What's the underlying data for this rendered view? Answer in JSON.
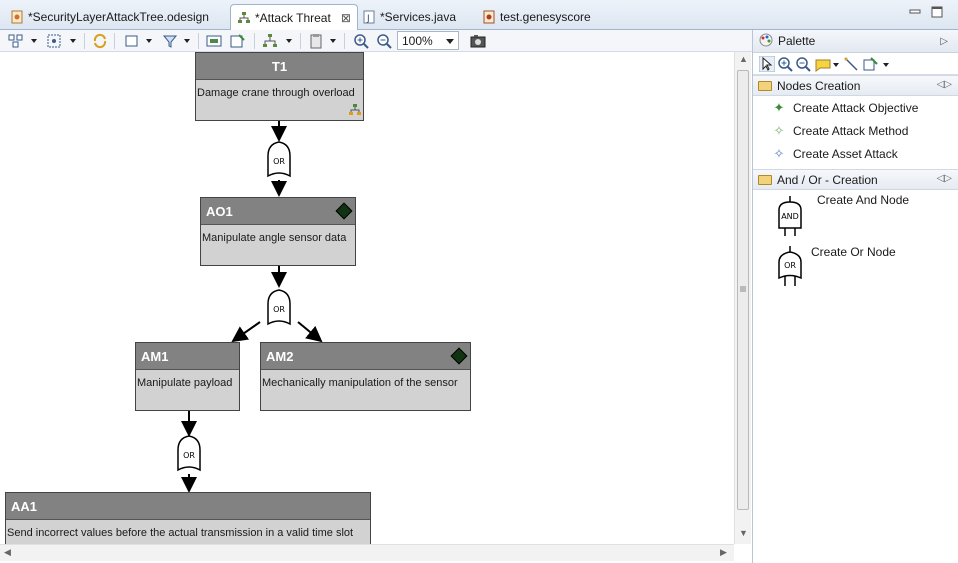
{
  "tabs": [
    {
      "label": "*SecurityLayerAttackTree.odesign",
      "active": false
    },
    {
      "label": "*Attack Threat",
      "active": true
    },
    {
      "label": "*Services.java",
      "active": false
    },
    {
      "label": "test.genesyscore",
      "active": false
    }
  ],
  "toolbar": {
    "zoom_value": "100%"
  },
  "diagram": {
    "nodes": [
      {
        "id": "T1",
        "title": "T1",
        "text": "Damage crane through overload"
      },
      {
        "id": "AO1",
        "title": "AO1",
        "text": "Manipulate angle sensor data"
      },
      {
        "id": "AM1",
        "title": "AM1",
        "text": "Manipulate payload"
      },
      {
        "id": "AM2",
        "title": "AM2",
        "text": "Mechanically manipulation of the sensor"
      },
      {
        "id": "AA1",
        "title": "AA1",
        "text": "Send incorrect values before the actual transmission in a valid time slot"
      }
    ],
    "gates": [
      "OR",
      "OR",
      "OR"
    ]
  },
  "palette": {
    "title": "Palette",
    "drawers": [
      {
        "label": "Nodes Creation",
        "items": [
          "Create Attack Objective",
          "Create Attack Method",
          "Create Asset Attack"
        ]
      },
      {
        "label": "And / Or - Creation",
        "items": [
          "Create And Node",
          "Create Or Node"
        ],
        "gate_labels": [
          "AND",
          "OR"
        ]
      }
    ]
  },
  "colors": {
    "node_header": "#828282",
    "node_body": "#d2d2d2",
    "diamond": "#123312",
    "objective_star": "#3a8a3a",
    "method_star": "#7bb36a",
    "asset_star": "#5b7fc0"
  }
}
